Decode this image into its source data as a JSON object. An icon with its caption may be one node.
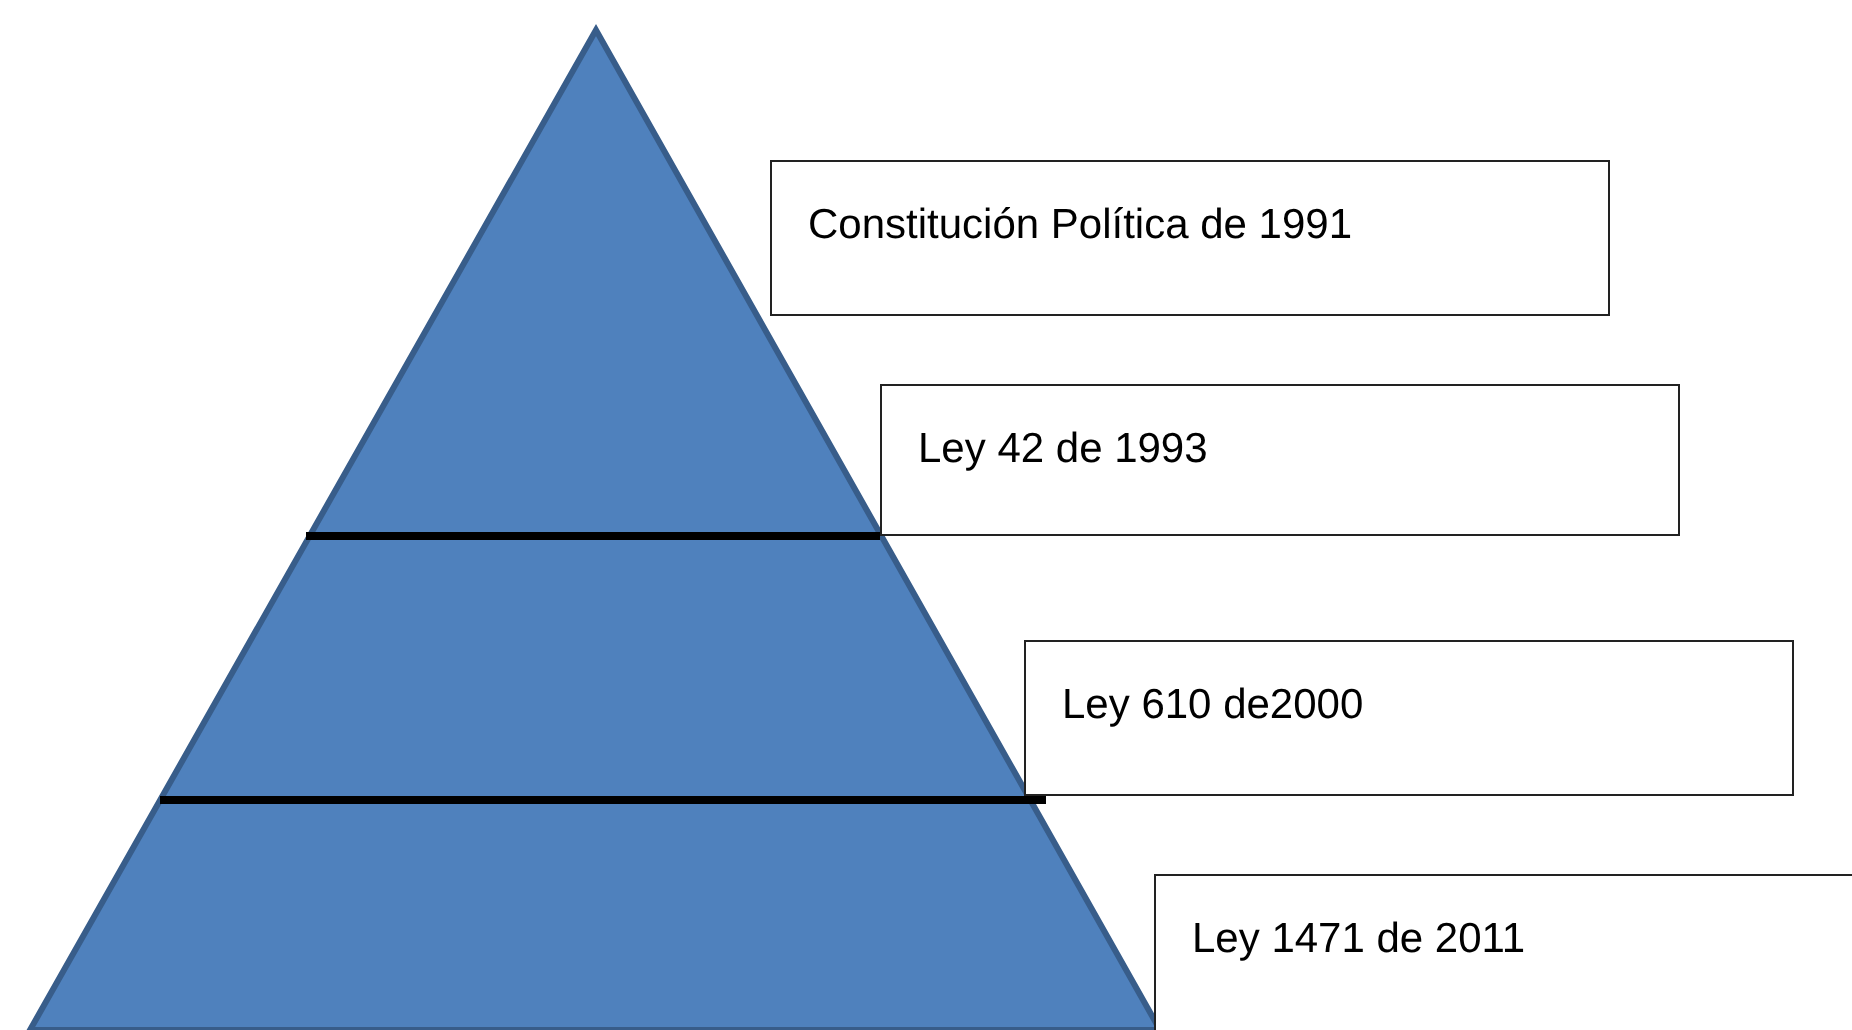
{
  "diagram": {
    "nodes": [
      {
        "text": [
          "Constitución Política de 1991"
        ]
      },
      {
        "text": [
          "Ley 42 de 1993"
        ]
      },
      {
        "text": [
          "Ley 610 de2000"
        ]
      },
      {
        "text": [
          "Ley 1471 de 2011"
        ]
      }
    ]
  }
}
